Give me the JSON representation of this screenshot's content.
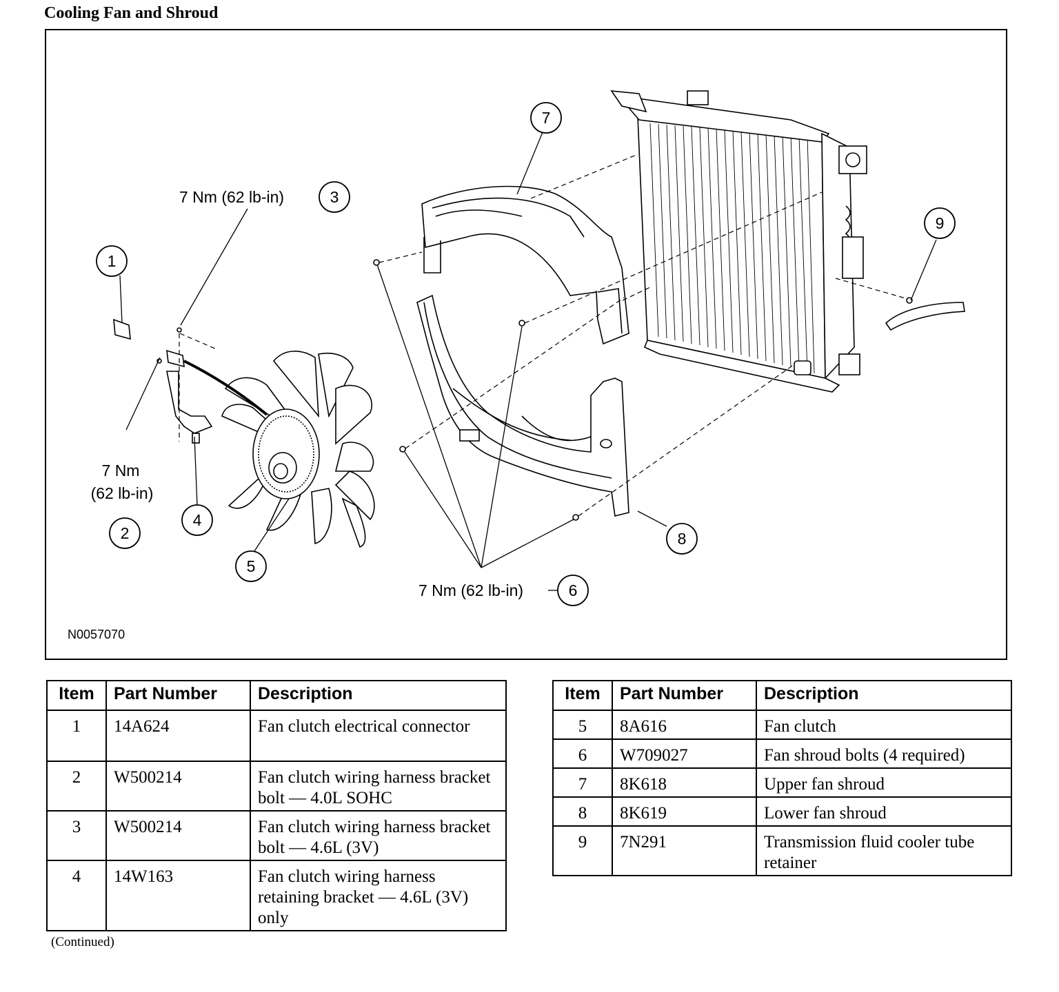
{
  "title": "Cooling Fan and Shroud",
  "figure": {
    "figure_id": "N0057070",
    "torque_3": "7 Nm (62 lb-in)",
    "torque_2_line1": "7 Nm",
    "torque_2_line2": "(62 lb-in)",
    "torque_6": "7 Nm (62 lb-in)",
    "callouts": [
      "1",
      "2",
      "3",
      "4",
      "5",
      "6",
      "7",
      "8",
      "9"
    ]
  },
  "table_headers": {
    "item": "Item",
    "part_number": "Part Number",
    "description": "Description"
  },
  "table_left": [
    {
      "item": "1",
      "part": "14A624",
      "desc": "Fan clutch electrical connector"
    },
    {
      "item": "2",
      "part": "W500214",
      "desc": "Fan clutch wiring harness bracket bolt — 4.0L SOHC"
    },
    {
      "item": "3",
      "part": "W500214",
      "desc": "Fan clutch wiring harness bracket bolt — 4.6L (3V)"
    },
    {
      "item": "4",
      "part": "14W163",
      "desc": "Fan clutch wiring harness retaining bracket — 4.6L (3V) only"
    }
  ],
  "table_right": [
    {
      "item": "5",
      "part": "8A616",
      "desc": "Fan clutch"
    },
    {
      "item": "6",
      "part": "W709027",
      "desc": "Fan shroud bolts (4 required)"
    },
    {
      "item": "7",
      "part": "8K618",
      "desc": "Upper fan shroud"
    },
    {
      "item": "8",
      "part": "8K619",
      "desc": "Lower fan shroud"
    },
    {
      "item": "9",
      "part": "7N291",
      "desc": "Transmission fluid cooler tube retainer"
    }
  ],
  "continued": "(Continued)"
}
